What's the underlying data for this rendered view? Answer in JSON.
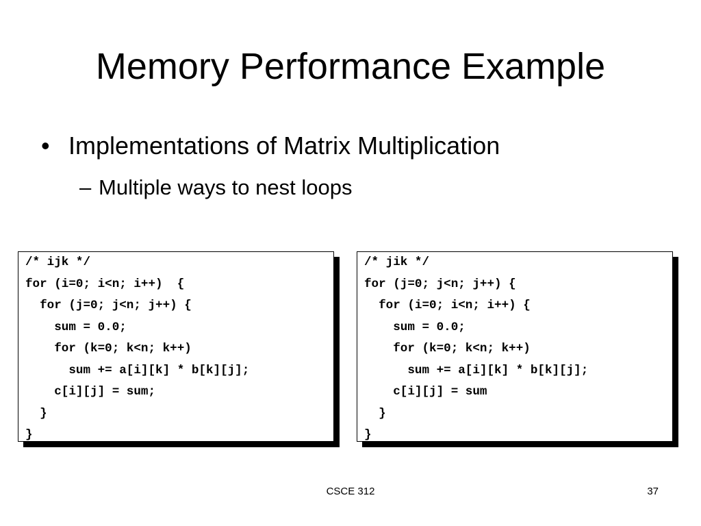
{
  "slide": {
    "title": "Memory Performance Example",
    "bullet": "Implementations of Matrix Multiplication",
    "bullet_marker": "•",
    "sub_bullet": "Multiple ways to nest loops",
    "sub_bullet_marker": "–"
  },
  "code_blocks": [
    {
      "lines": [
        "/* ijk */",
        "for (i=0; i<n; i++)  {",
        "  for (j=0; j<n; j++) {",
        "    sum = 0.0;",
        "    for (k=0; k<n; k++)",
        "      sum += a[i][k] * b[k][j];",
        "    c[i][j] = sum;",
        "  }",
        "}"
      ]
    },
    {
      "lines": [
        "/* jik */",
        "for (j=0; j<n; j++) {",
        "  for (i=0; i<n; i++) {",
        "    sum = 0.0;",
        "    for (k=0; k<n; k++)",
        "      sum += a[i][k] * b[k][j];",
        "    c[i][j] = sum",
        "  }",
        "}"
      ]
    }
  ],
  "footer": {
    "course": "CSCE 312",
    "page_number": "37"
  }
}
